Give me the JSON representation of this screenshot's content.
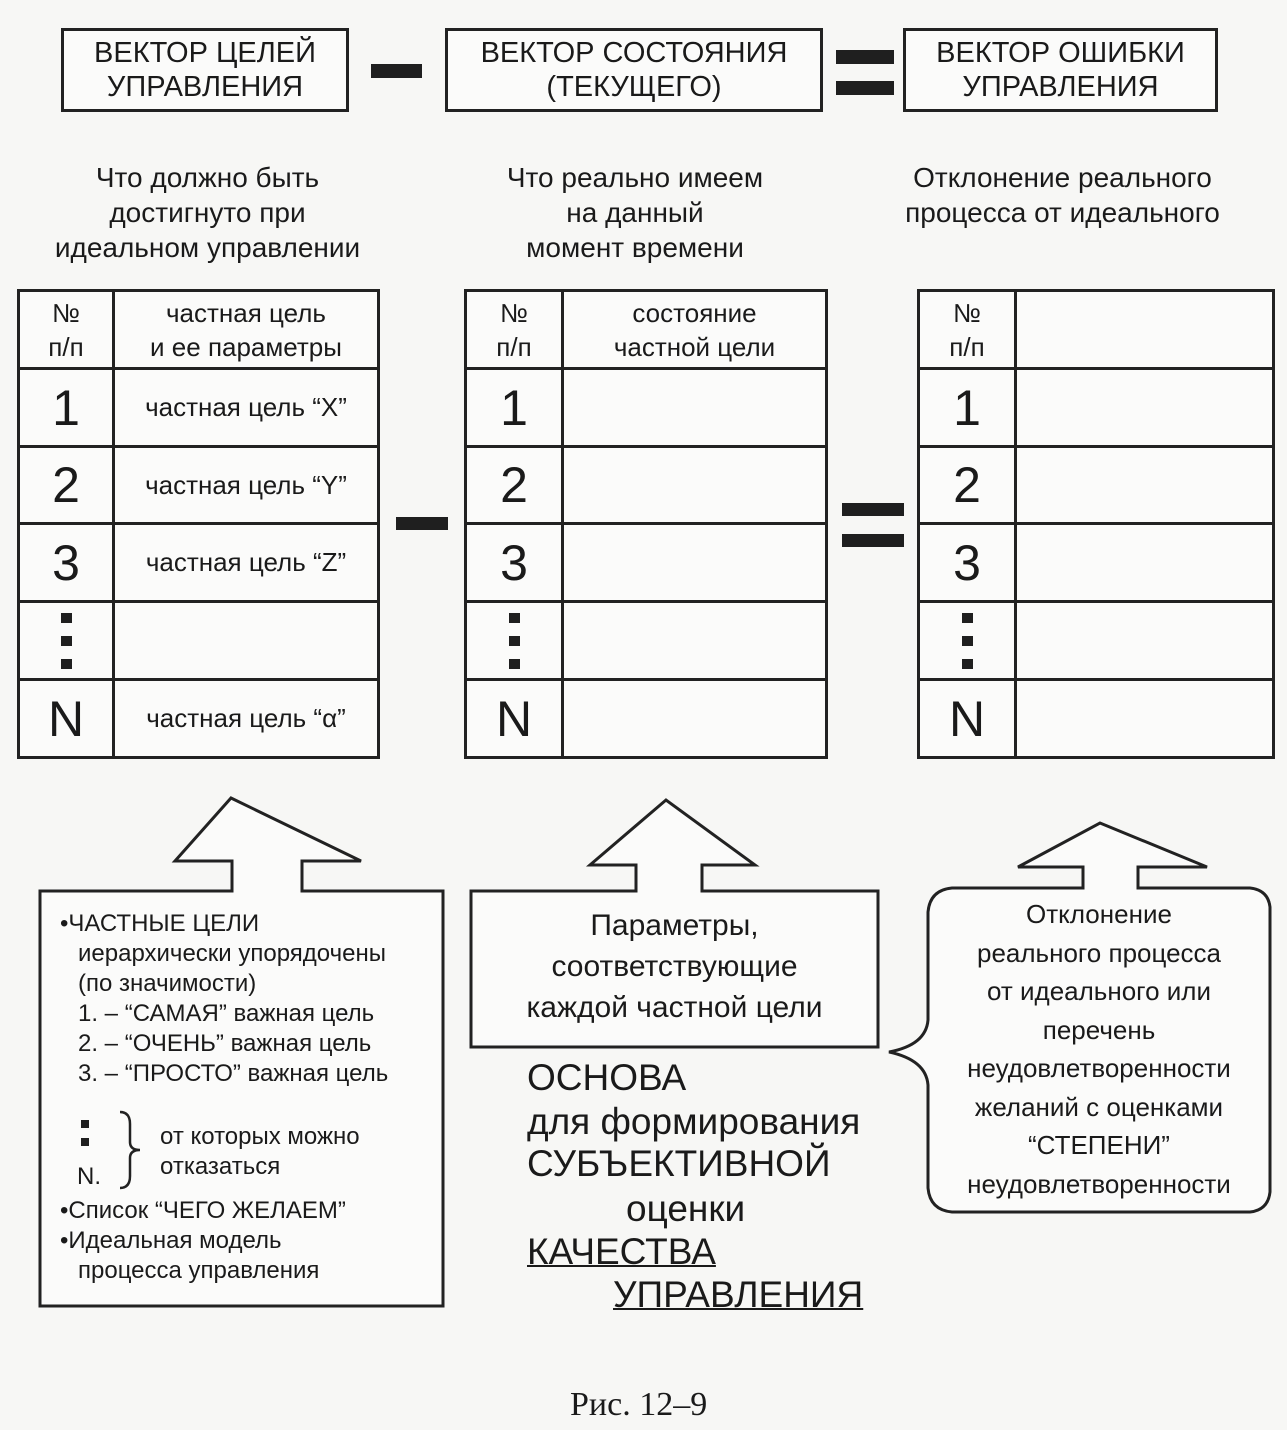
{
  "header": {
    "goal_vector": [
      "ВЕКТОР ЦЕЛЕЙ",
      "УПРАВЛЕНИЯ"
    ],
    "minus": "−",
    "state_vector": [
      "ВЕКТОР СОСТОЯНИЯ",
      "(ТЕКУЩЕГО)"
    ],
    "equals": "=",
    "error_vector": [
      "ВЕКТОР ОШИБКИ",
      "УПРАВЛЕНИЯ"
    ]
  },
  "descriptions": {
    "goal": [
      "Что должно быть",
      "достигнуто при",
      "идеальном управлении"
    ],
    "state": [
      "Что реально имеем",
      "на данный",
      "момент времени"
    ],
    "error": [
      "Отклонение реального",
      "процесса от идеального"
    ]
  },
  "tables": {
    "goal": {
      "header_num": [
        "№",
        "п/п"
      ],
      "header_label": [
        "частная цель",
        "и ее параметры"
      ],
      "rows": [
        {
          "num": "1",
          "text": "частная цель “X”"
        },
        {
          "num": "2",
          "text": "частная цель “Y”"
        },
        {
          "num": "3",
          "text": "частная цель “Z”"
        },
        {
          "num": "",
          "text": ""
        },
        {
          "num": "N",
          "text": "частная цель “α”"
        }
      ]
    },
    "state": {
      "header_num": [
        "№",
        "п/п"
      ],
      "header_label": [
        "состояние",
        "частной цели"
      ],
      "rows": [
        "1",
        "2",
        "3",
        "",
        "N"
      ]
    },
    "error": {
      "header_num": [
        "№",
        "п/п"
      ],
      "header_label": [
        "",
        ""
      ],
      "rows": [
        "1",
        "2",
        "3",
        "",
        "N"
      ]
    }
  },
  "notes": {
    "left": {
      "bullet1": [
        "ЧАСТНЫЕ ЦЕЛИ",
        "иерархически упорядочены",
        "(по значимости)"
      ],
      "items": [
        "1. – “САМАЯ” важная цель",
        "2. – “ОЧЕНЬ” важная цель",
        "3. – “ПРОСТО” важная цель"
      ],
      "n_label": "N.",
      "brace_text": [
        "от которых можно",
        "отказаться"
      ],
      "bullet2": "Список “ЧЕГО ЖЕЛАЕМ”",
      "bullet3": [
        "Идеальная модель",
        "процесса управления"
      ]
    },
    "middle": [
      "Параметры,",
      "соответствующие",
      "каждой частной цели"
    ],
    "right": [
      "Отклонение",
      "реального процесса",
      "от идеального или",
      "перечень",
      "неудовлетворенности",
      "желаний с оценками",
      "“СТЕПЕНИ”",
      "неудовлетворенности"
    ]
  },
  "basis": {
    "line1": "ОСНОВА",
    "line2": "для формирования",
    "line3": "СУБЪЕКТИВНОЙ",
    "line4": "оценки",
    "line5": "КАЧЕСТВА",
    "line6": "УПРАВЛЕНИЯ"
  },
  "caption": "Рис. 12–9"
}
